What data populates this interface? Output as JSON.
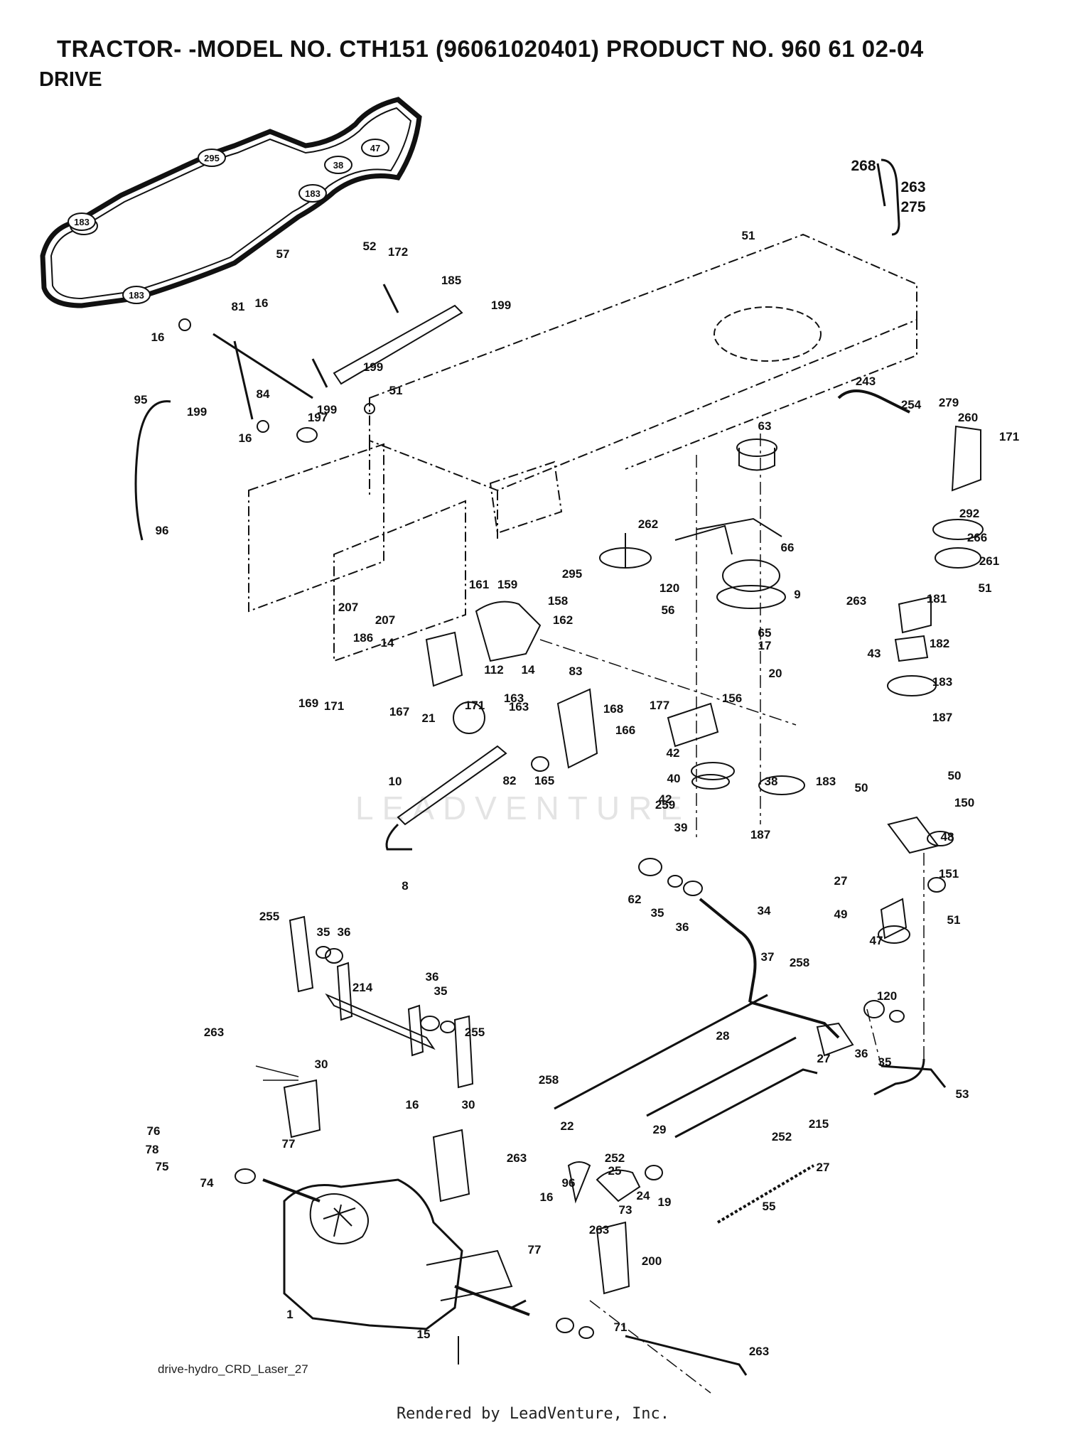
{
  "header": {
    "title": "TRACTOR- -MODEL NO. CTH151 (96061020401) PRODUCT NO. 960 61 02-04",
    "section": "DRIVE"
  },
  "caption": "drive-hydro_CRD_Laser_27",
  "footer": "Rendered by LeadVenture, Inc.",
  "watermark": "LEADVENTURE",
  "belt_labels": [
    "183",
    "295",
    "47",
    "38",
    "183",
    "183",
    "183"
  ],
  "callouts": [
    "57",
    "268",
    "263",
    "275",
    "51",
    "52",
    "172",
    "185",
    "199",
    "81",
    "16",
    "16",
    "199",
    "84",
    "199",
    "51",
    "16",
    "197",
    "95",
    "96",
    "199",
    "63",
    "243",
    "254",
    "279",
    "260",
    "171",
    "292",
    "266",
    "261",
    "51",
    "262",
    "295",
    "120",
    "56",
    "66",
    "9",
    "263",
    "181",
    "65",
    "17",
    "20",
    "182",
    "43",
    "183",
    "187",
    "207",
    "161",
    "159",
    "158",
    "207",
    "186",
    "14",
    "162",
    "112",
    "14",
    "163",
    "169",
    "171",
    "167",
    "171",
    "83",
    "163",
    "168",
    "166",
    "21",
    "82",
    "165",
    "156",
    "177",
    "42",
    "40",
    "259",
    "38",
    "42",
    "183",
    "187",
    "39",
    "10",
    "8",
    "50",
    "50",
    "150",
    "48",
    "27",
    "151",
    "49",
    "47",
    "51",
    "120",
    "62",
    "35",
    "36",
    "34",
    "37",
    "258",
    "255",
    "35",
    "36",
    "214",
    "36",
    "35",
    "255",
    "263",
    "30",
    "28",
    "36",
    "35",
    "27",
    "53",
    "258",
    "22",
    "29",
    "252",
    "215",
    "27",
    "76",
    "78",
    "75",
    "74",
    "77",
    "16",
    "30",
    "263",
    "96",
    "252",
    "25",
    "24",
    "19",
    "55",
    "263",
    "73",
    "16",
    "77",
    "200",
    "1",
    "15",
    "71",
    "263"
  ]
}
